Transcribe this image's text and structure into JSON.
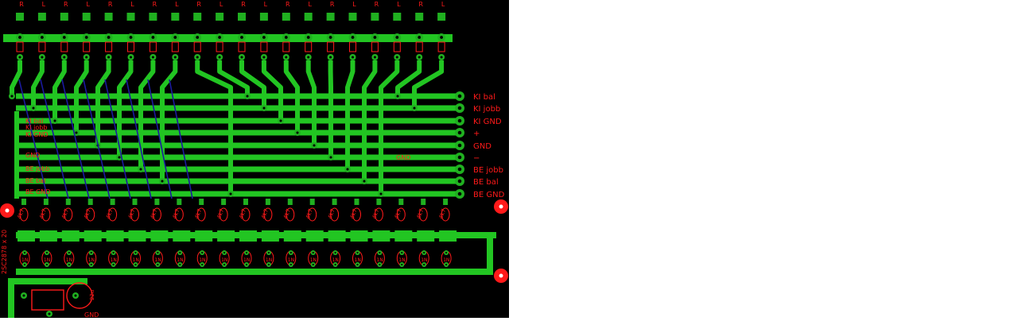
{
  "board": {
    "background": "#000000",
    "trace_color": "#22c522",
    "pad_color": "#20b020",
    "silk_color": "#ff1a1a",
    "wire_color": "#1a1aa0",
    "hole_color": "#000000",
    "column_count": 20,
    "top_channel_labels": [
      "R",
      "L",
      "R",
      "L",
      "R",
      "L",
      "R",
      "L",
      "R",
      "L",
      "R",
      "L",
      "R",
      "L",
      "R",
      "L",
      "R",
      "L",
      "R",
      "L"
    ],
    "bus_labels": [
      "KI bal",
      "KI jobb",
      "KI GND",
      "+",
      "GND",
      "−",
      "BE jobb",
      "BE bal",
      "BE GND"
    ],
    "left_labels": [
      "KI bal",
      "KI jobb",
      "KI GND",
      "GND",
      "BE jobb",
      "BE bal",
      "BE GND"
    ],
    "mid_label": "GND",
    "resistor_text": "4k7",
    "diode_text": "1N",
    "vertical_text": "2SC2878 x 20",
    "bottom_labels": [
      "GND",
      "22u"
    ],
    "mounting_holes": 3
  },
  "right_panel": {
    "background": "#ffffff"
  }
}
